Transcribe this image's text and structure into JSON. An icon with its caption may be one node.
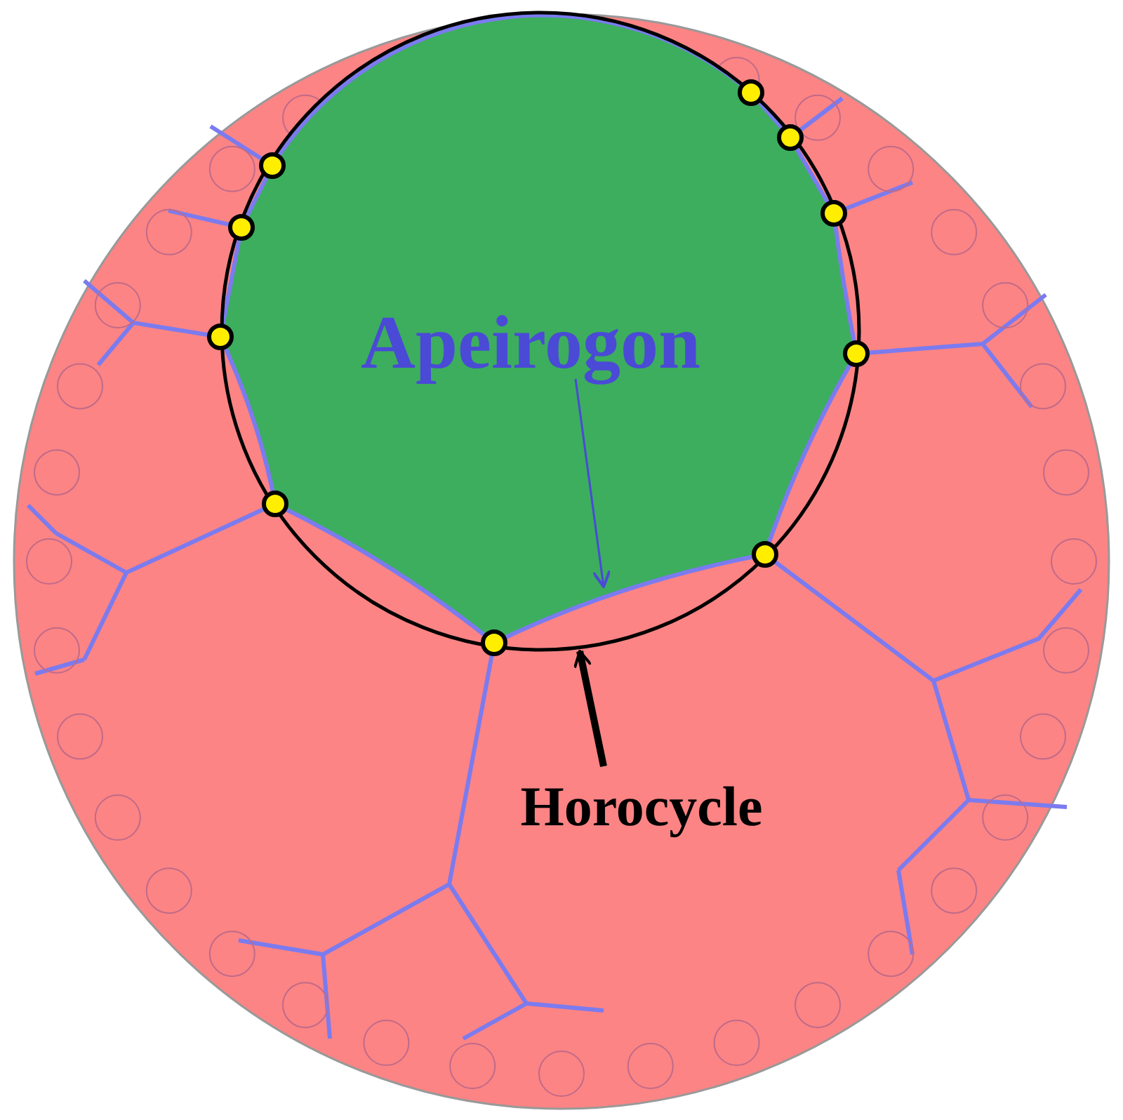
{
  "diagram": {
    "nodes": [
      {
        "text": [
          "Apeirogon"
        ],
        "in": 1
      },
      {
        "text": [],
        "shape": "polygon"
      },
      {
        "text": [
          "Horocycle"
        ]
      },
      {
        "text": [],
        "shape": "circle"
      }
    ],
    "edges": [
      {
        "from": 0,
        "to": 1,
        "arrow": "to",
        "color": "#4a4ad6"
      },
      {
        "from": 2,
        "to": 3,
        "arrow": "to",
        "style": "thick",
        "color": "#000000"
      }
    ]
  }
}
